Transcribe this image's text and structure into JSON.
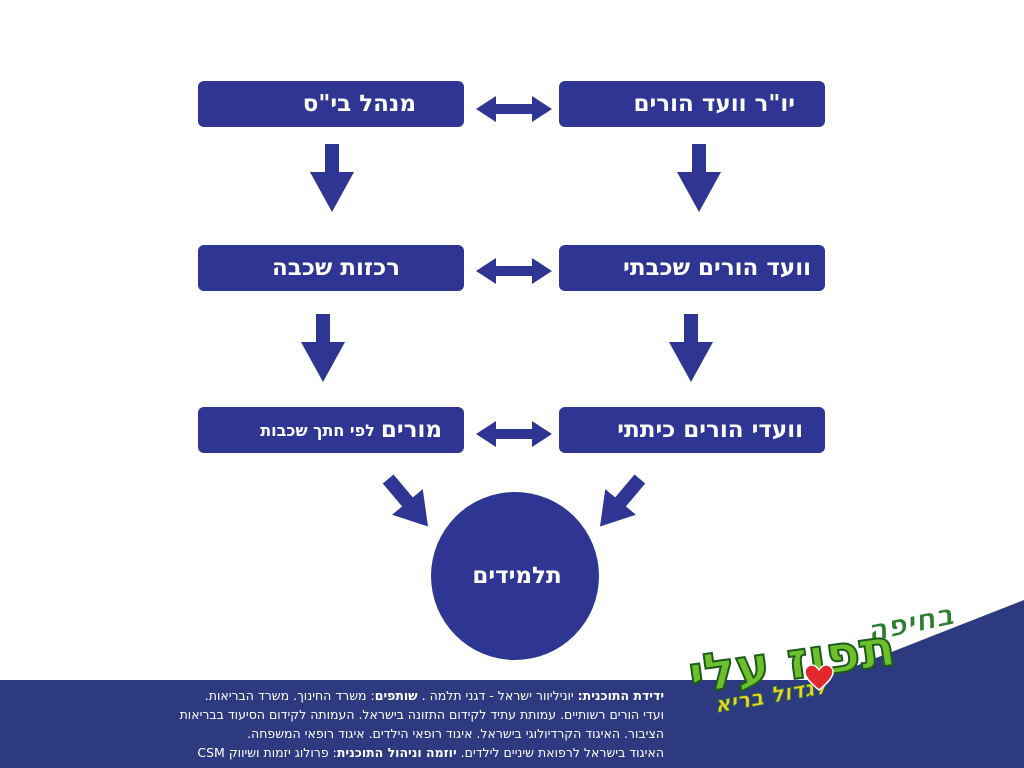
{
  "colors": {
    "box": "#2e3592",
    "footer": "#2d3a80",
    "text": "#ffffff",
    "logo_green": "#6dbf2b",
    "logo_yellow": "#f5d322",
    "logo_heart": "#e2282b"
  },
  "right_column": {
    "box1": "יו\"ר וועד הורים",
    "box2": "וועד הורים שכבתי",
    "box3": "וועדי הורים כיתתי"
  },
  "left_column": {
    "box1": "מנהל  בי\"ס",
    "box2": "רכזות שכבה",
    "box3_main": "מורים",
    "box3_sub": "לפי חתך שכבות"
  },
  "center": {
    "label": "תלמידים"
  },
  "logo": {
    "word1": "בחיפה",
    "word2": "תפוז עלי",
    "word3": "לגדול בריא"
  },
  "footer": {
    "line1_label": "ידידת התוכנית:",
    "line1_text": "יוניליוור ישראל - דגני תלמה .",
    "line1_label2": "שותפים",
    "line1_text2": ": משרד החינוך. משרד הבריאות.",
    "line2": "ועדי הורים רשותיים. עמותת עתיד לקידום התזונה בישראל. העמותה לקידום הסיעוד בבריאות",
    "line3": "הציבור. האיגוד הקרדיולוגי בישראל. איגוד רופאי הילדים. איגוד רופאי המשפחה.",
    "line4_text": "האיגוד בישראל לרפואת שיניים לילדים.",
    "line4_label": "יוזמה וניהול התוכנית",
    "line4_text2": ": פרולוג יזמות ושיווק  CSM"
  }
}
